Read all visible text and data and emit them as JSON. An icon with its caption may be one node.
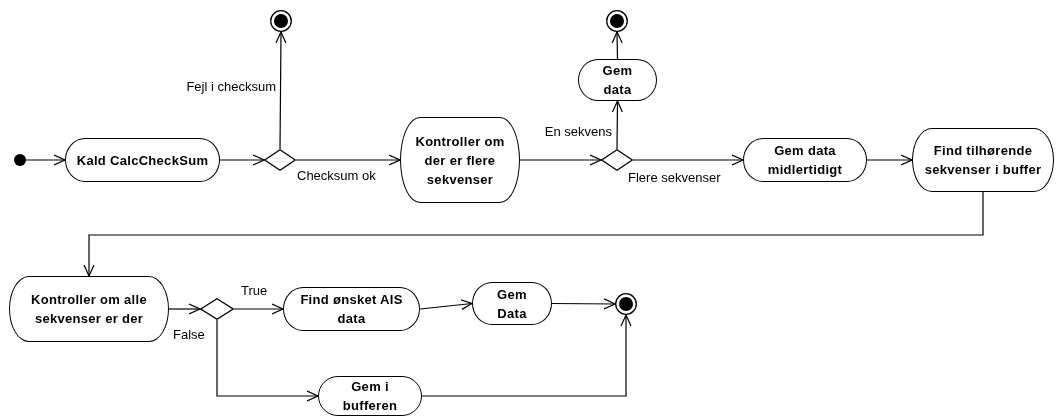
{
  "diagram": {
    "nodes": [
      {
        "text": [],
        "shape": "dot"
      },
      {
        "text": [
          "Kald CalcCheckSum"
        ]
      },
      {
        "text": [],
        "shape": "diamond"
      },
      {
        "text": [],
        "shape": "bullseye"
      },
      {
        "text": [
          "Kontroller om der er flere sekvenser"
        ]
      },
      {
        "text": [],
        "shape": "diamond"
      },
      {
        "text": [
          "Gem data"
        ]
      },
      {
        "text": [],
        "shape": "bullseye"
      },
      {
        "text": [
          "Gem data midlertidigt"
        ]
      },
      {
        "text": [
          "Find tilhørende sekvenser i buffer"
        ]
      },
      {
        "text": [
          "Kontroller om alle sekvenser er der"
        ]
      },
      {
        "text": [],
        "shape": "diamond"
      },
      {
        "text": [
          "Find ønsket AIS data"
        ]
      },
      {
        "text": [
          "Gem Data"
        ]
      },
      {
        "text": [],
        "shape": "bullseye"
      },
      {
        "text": [
          "Gem i bufferen"
        ]
      }
    ],
    "edges": [
      {
        "from": 0,
        "to": 1,
        "arrow": "to"
      },
      {
        "from": 1,
        "to": 2,
        "arrow": "to"
      },
      {
        "from": 2,
        "to": 3,
        "arrow": "to",
        "label": "Fejl i checksum"
      },
      {
        "from": 2,
        "to": 4,
        "arrow": "to",
        "label": "Checksum ok"
      },
      {
        "from": 4,
        "to": 5,
        "arrow": "to"
      },
      {
        "from": 5,
        "to": 6,
        "arrow": "to",
        "label": "En sekvens"
      },
      {
        "from": 6,
        "to": 7,
        "arrow": "to"
      },
      {
        "from": 5,
        "to": 8,
        "arrow": "to",
        "label": "Flere sekvenser"
      },
      {
        "from": 8,
        "to": 9,
        "arrow": "to"
      },
      {
        "from": 9,
        "to": 10,
        "arrow": "to"
      },
      {
        "from": 10,
        "to": 11,
        "arrow": "to"
      },
      {
        "from": 11,
        "to": 12,
        "arrow": "to",
        "label": "True"
      },
      {
        "from": 12,
        "to": 13,
        "arrow": "to"
      },
      {
        "from": 13,
        "to": 14,
        "arrow": "to"
      },
      {
        "from": 11,
        "to": 15,
        "arrow": "to",
        "label": "False"
      },
      {
        "from": 15,
        "to": 14,
        "arrow": "to"
      }
    ]
  }
}
